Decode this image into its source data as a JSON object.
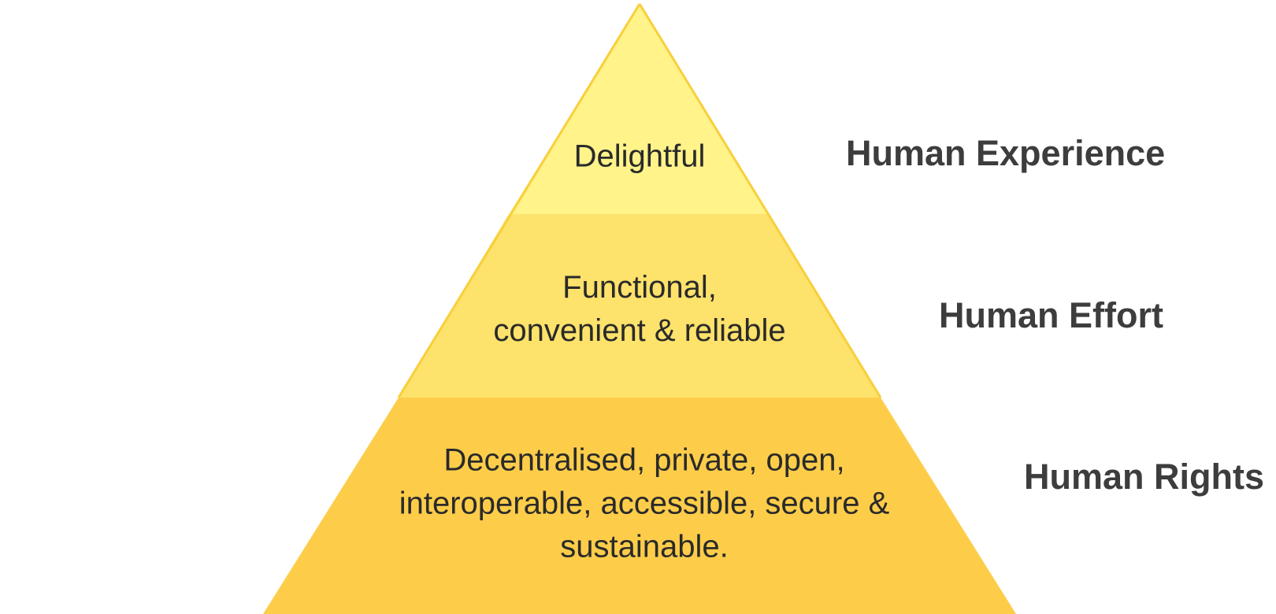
{
  "colors": {
    "top": "#fff38a",
    "middle": "#fde26b",
    "bottom": "#fdcd4a",
    "outline": "#f8cf3c",
    "text": "#2a2a2a",
    "label": "#3d3d3d"
  },
  "tiers": [
    {
      "lines": [
        "Delightful"
      ],
      "label": "Human Experience"
    },
    {
      "lines": [
        "Functional,",
        "convenient & reliable"
      ],
      "label": "Human Effort"
    },
    {
      "lines": [
        "Decentralised, private, open,",
        "interoperable, accessible, secure &",
        "sustainable."
      ],
      "label": "Human Rights"
    }
  ]
}
